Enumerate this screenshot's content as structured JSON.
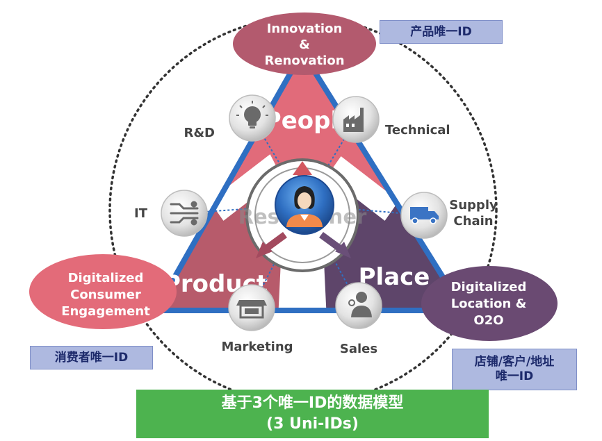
{
  "diagram": {
    "ellipses": {
      "innovation": {
        "lines": [
          "Innovation",
          "&",
          "Renovation"
        ],
        "color": "#b35a6e"
      },
      "consumer": {
        "lines": [
          "Digitalized",
          "Consumer",
          "Engagement"
        ],
        "color": "#e36b79"
      },
      "location": {
        "lines": [
          "Digitalized",
          "Location &",
          "O2O"
        ],
        "color": "#6a4a72"
      }
    },
    "segments": {
      "people": {
        "label": "People",
        "color": "#e16b7a"
      },
      "product": {
        "label": "Product",
        "color": "#b75b6b"
      },
      "place": {
        "label": "Place",
        "color": "#5e456a"
      },
      "center": {
        "label": "Researcher"
      }
    },
    "nodes": [
      {
        "id": "rd",
        "label": "R&D",
        "icon": "lightbulb-icon"
      },
      {
        "id": "technical",
        "label": "Technical",
        "icon": "factory-icon"
      },
      {
        "id": "it",
        "label": "IT",
        "icon": "circuit-icon"
      },
      {
        "id": "supply",
        "label": [
          "Supply",
          "Chain"
        ],
        "icon": "truck-icon"
      },
      {
        "id": "marketing",
        "label": "Marketing",
        "icon": "storefront-icon"
      },
      {
        "id": "sales",
        "label": "Sales",
        "icon": "salesperson-icon"
      }
    ],
    "center_icon": "person-icon",
    "id_boxes": {
      "product": "产品唯一ID",
      "consumer": "消费者唯一ID",
      "location": [
        "店铺/客户/地址",
        "唯一ID"
      ]
    },
    "footer": [
      "基于3个唯一ID的数据模型",
      "(3 Uni-IDs)"
    ],
    "colors": {
      "frame_blue": "#2f6fc2",
      "id_box": "#aeb9e0",
      "footer_green": "#4db34f"
    }
  }
}
